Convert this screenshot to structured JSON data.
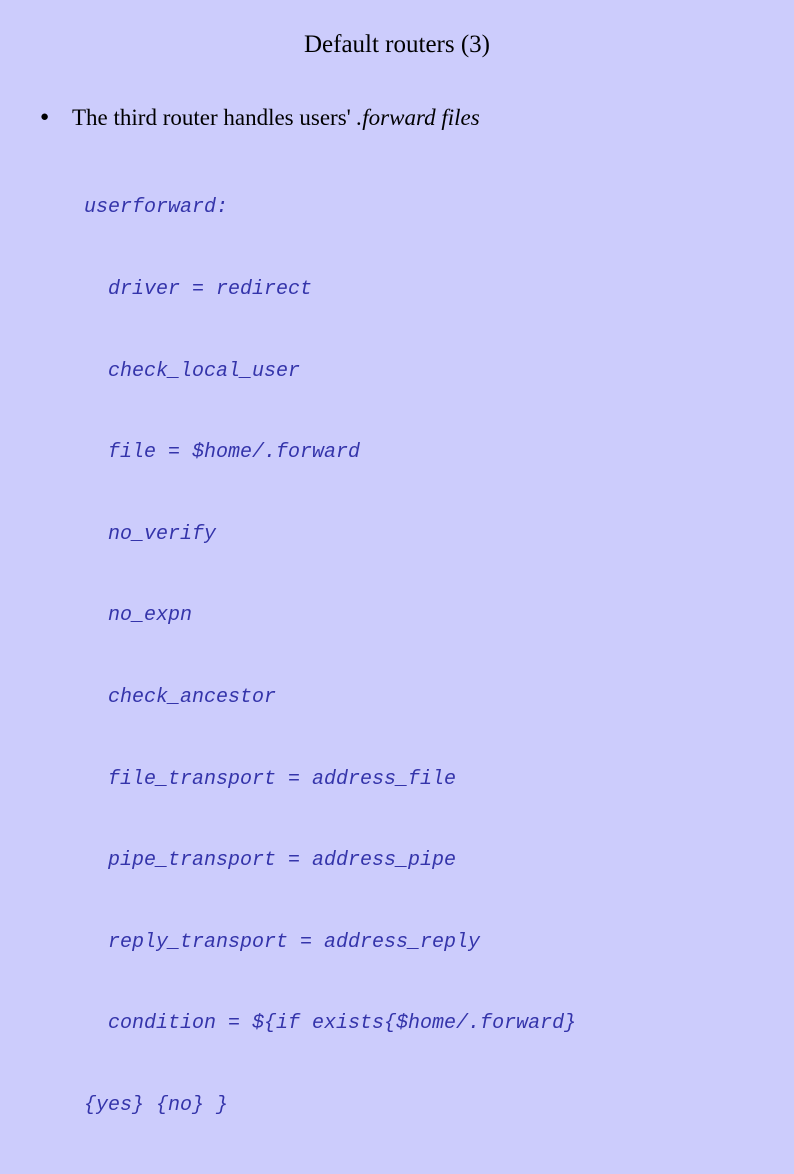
{
  "slide": {
    "title": "Default routers (3)",
    "background_color": "#ccccfc",
    "title_color": "#000000",
    "body_color": "#000000",
    "code_color": "#3434aa"
  },
  "bullets": [
    {
      "marker": "●",
      "text_plain": "The third router handles users' ",
      "text_emphasis": ".forward files"
    }
  ],
  "code": {
    "lines": [
      {
        "text": "userforward:",
        "indent": false
      },
      {
        "text": "driver = redirect",
        "indent": true
      },
      {
        "text": "check_local_user",
        "indent": true
      },
      {
        "text": "file = $home/.forward",
        "indent": true
      },
      {
        "text": "no_verify",
        "indent": true
      },
      {
        "text": "no_expn",
        "indent": true
      },
      {
        "text": "check_ancestor",
        "indent": true
      },
      {
        "text": "file_transport = address_file",
        "indent": true
      },
      {
        "text": "pipe_transport = address_pipe",
        "indent": true
      },
      {
        "text": "reply_transport = address_reply",
        "indent": true
      },
      {
        "text": "condition = ${if exists{$home/.forward}",
        "indent": true
      },
      {
        "text": "{yes} {no} }",
        "indent": false
      }
    ]
  }
}
